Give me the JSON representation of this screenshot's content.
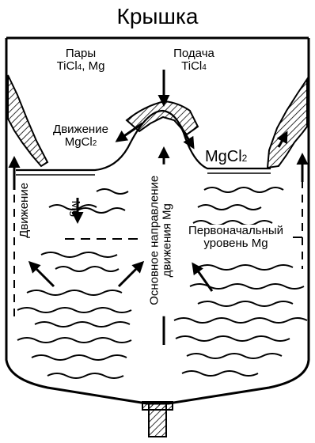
{
  "title": "Крышка",
  "labels": {
    "vapors_line1": "Пары",
    "vapors_line2_a": "TiCl",
    "vapors_line2_sub": "4",
    "vapors_line2_b": ", Mg",
    "feed_line1": "Подача",
    "feed_line2_a": "TiCl",
    "feed_line2_sub": "4",
    "mgcl2_move_line1": "Движение",
    "mgcl2_move_line2_a": "MgCl",
    "mgcl2_move_line2_sub": "2",
    "mgcl2_a": "MgCl",
    "mgcl2_sub": "2",
    "mg_move_vertical": "Движение",
    "mg_small": "Mg",
    "main_dir_line1": "Основное направление",
    "main_dir_line2": "движения Mg",
    "initial_level_line1": "Первоначальный",
    "initial_level_line2": "уровень Mg"
  }
}
